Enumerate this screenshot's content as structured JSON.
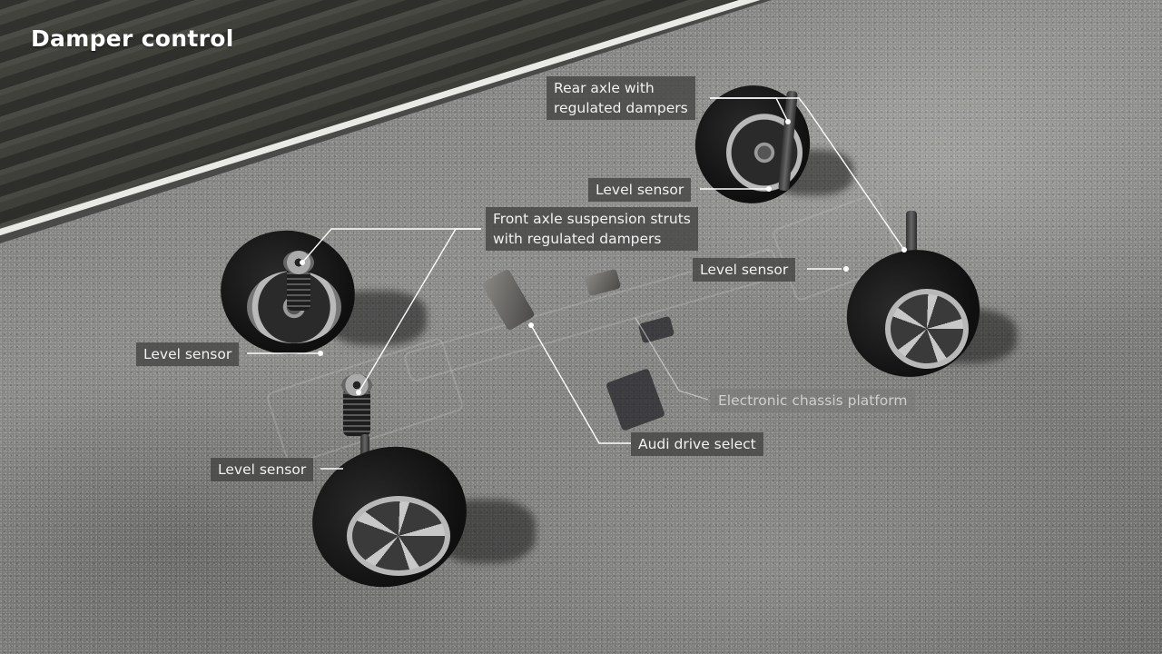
{
  "title": "Damper control",
  "labels": {
    "rear_axle": [
      "Rear axle with",
      "regulated dampers"
    ],
    "level_sensor_rear_left": "Level sensor",
    "front_axle": [
      "Front axle suspension struts",
      "with regulated dampers"
    ],
    "level_sensor_rear_right": "Level sensor",
    "level_sensor_front_left": "Level sensor",
    "level_sensor_front_right": "Level sensor",
    "electronic_chassis_platform": "Electronic chassis platform",
    "audi_drive_select": "Audi drive select"
  },
  "colors": {
    "title_text": "#ffffff",
    "label_bg": "#464644",
    "label_text": "#f2f2f2",
    "leader_line": "#ffffff",
    "faded_label_text": "#cfcfcc"
  }
}
